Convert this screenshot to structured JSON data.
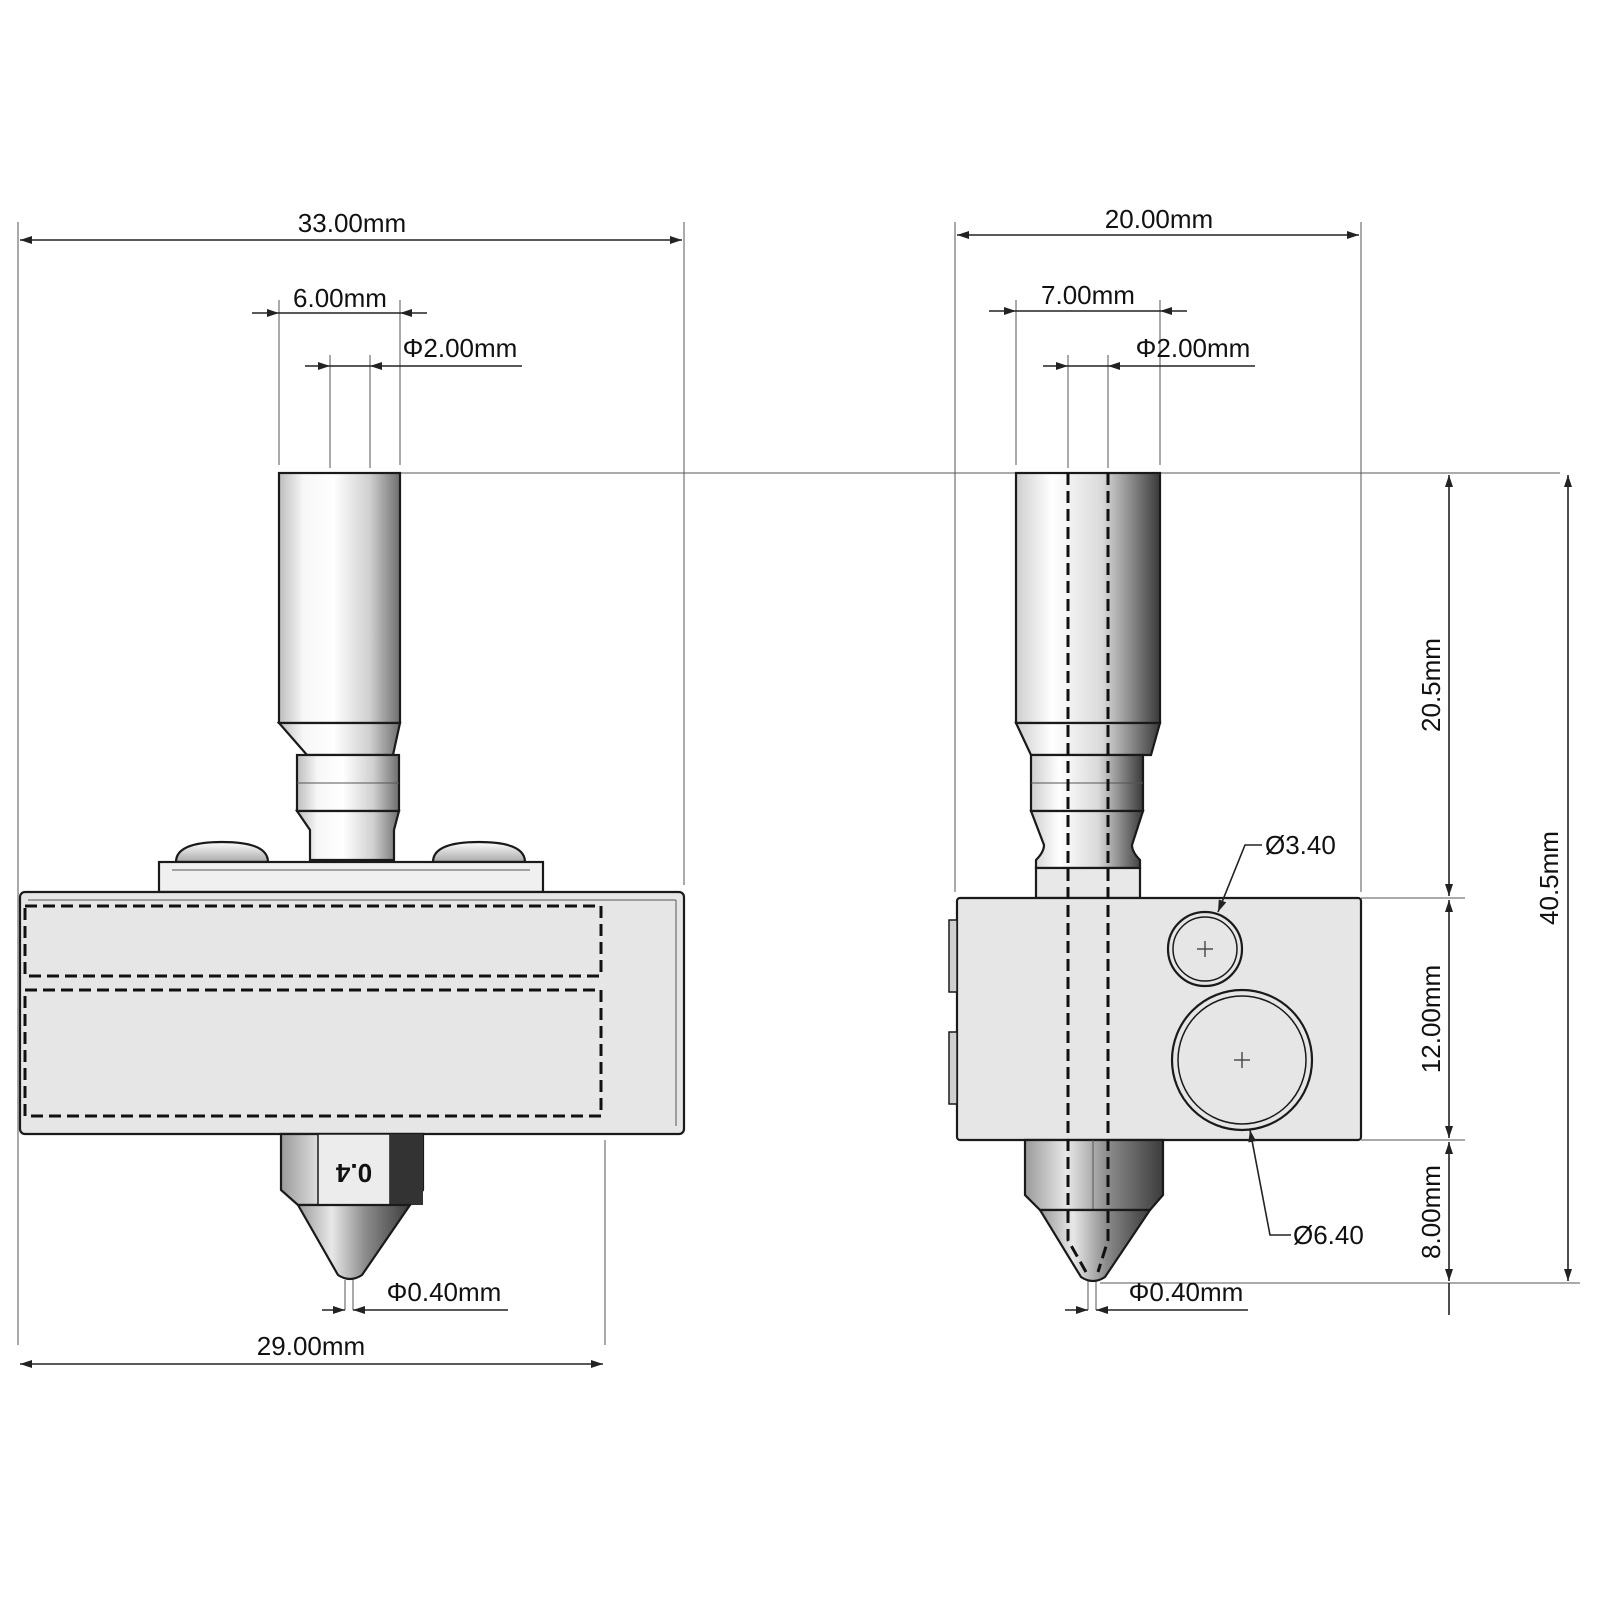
{
  "front_view": {
    "overall_width": "33.00mm",
    "heatbreak_width": "6.00mm",
    "filament_dia": "Φ2.00mm",
    "nozzle_bore": "Φ0.40mm",
    "nozzle_offset": "29.00mm",
    "nozzle_mark": "0.4"
  },
  "side_view": {
    "overall_width": "20.00mm",
    "heatbreak_width": "7.00mm",
    "filament_dia": "Φ2.00mm",
    "nozzle_bore": "Φ0.40mm",
    "thermistor_hole": "Ø3.40",
    "heater_hole": "Ø6.40",
    "heatbreak_height": "20.5mm",
    "block_height": "12.00mm",
    "nozzle_height": "8.00mm",
    "overall_height": "40.5mm"
  },
  "colors": {
    "line": "#1a1a1a",
    "block_fill": "#e6e6e6",
    "metal_light": "#f2f2f2",
    "metal_dark": "#8a8a8a",
    "nozzle_dark": "#555555"
  }
}
